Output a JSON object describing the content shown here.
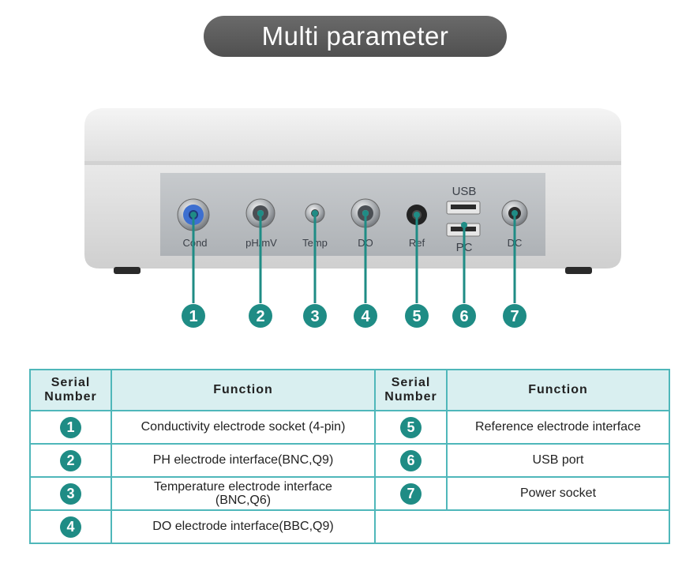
{
  "title": "Multi parameter",
  "device": {
    "ports": [
      {
        "number": "1",
        "label": "Cond"
      },
      {
        "number": "2",
        "label": "pH/mV"
      },
      {
        "number": "3",
        "label": "Temp"
      },
      {
        "number": "4",
        "label": "DO"
      },
      {
        "number": "5",
        "label": "Ref"
      },
      {
        "number": "6",
        "label_top": "USB",
        "label_bottom": "PC"
      },
      {
        "number": "7",
        "label": "DC"
      }
    ]
  },
  "colors": {
    "accent": "#1f8c85",
    "table_border": "#4fb7ba",
    "header_bg": "#d9eff0",
    "title_bg": "#5c5c5c"
  },
  "table": {
    "headers": {
      "serial_number": "Serial Number",
      "function": "Function"
    },
    "rows": [
      {
        "left": {
          "number": "1",
          "function": "Conductivity electrode socket (4-pin)"
        },
        "right": {
          "number": "5",
          "function": "Reference electrode interface"
        }
      },
      {
        "left": {
          "number": "2",
          "function": "PH electrode interface(BNC,Q9)"
        },
        "right": {
          "number": "6",
          "function": "USB port"
        }
      },
      {
        "left": {
          "number": "3",
          "function": "Temperature electrode interface (BNC,Q6)"
        },
        "right": {
          "number": "7",
          "function": "Power socket"
        }
      },
      {
        "left": {
          "number": "4",
          "function": "DO electrode interface(BBC,Q9)"
        },
        "right": null
      }
    ]
  }
}
